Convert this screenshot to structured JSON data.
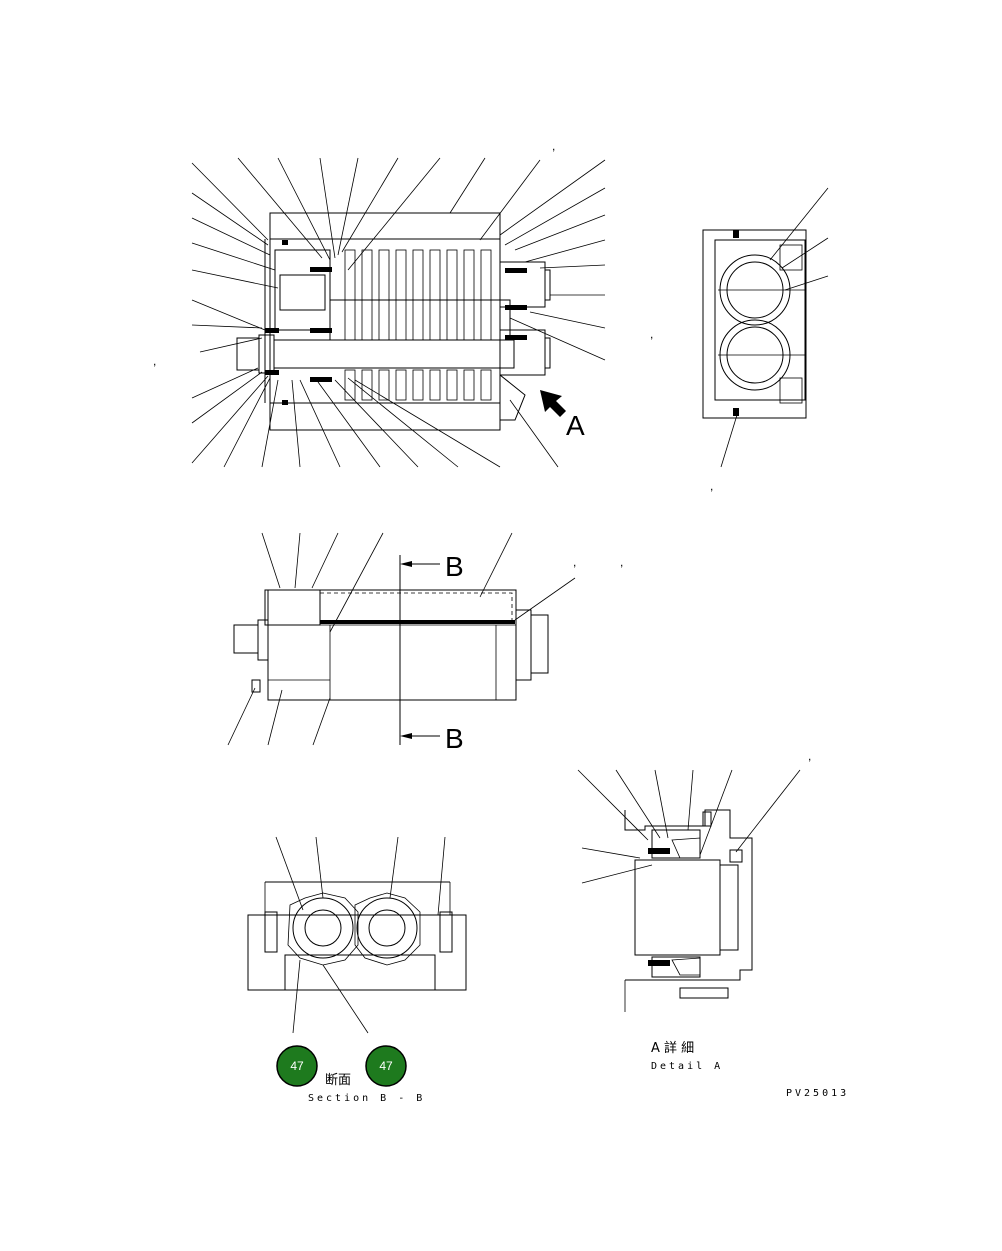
{
  "drawing_code": "PV25013",
  "view_a_label": "A",
  "section_marker": "B",
  "detail_a": {
    "title_jp": "A 詳 細",
    "title_en": "Detail A"
  },
  "section_bb": {
    "title_jp": "断面",
    "title_en": "Section B - B"
  },
  "badges": [
    {
      "label": "47",
      "color": "#1e7a1e"
    },
    {
      "label": "47",
      "color": "#1e7a1e"
    }
  ],
  "stray_marks": [
    ",",
    ",",
    ",",
    ",",
    ",",
    ",",
    ","
  ]
}
